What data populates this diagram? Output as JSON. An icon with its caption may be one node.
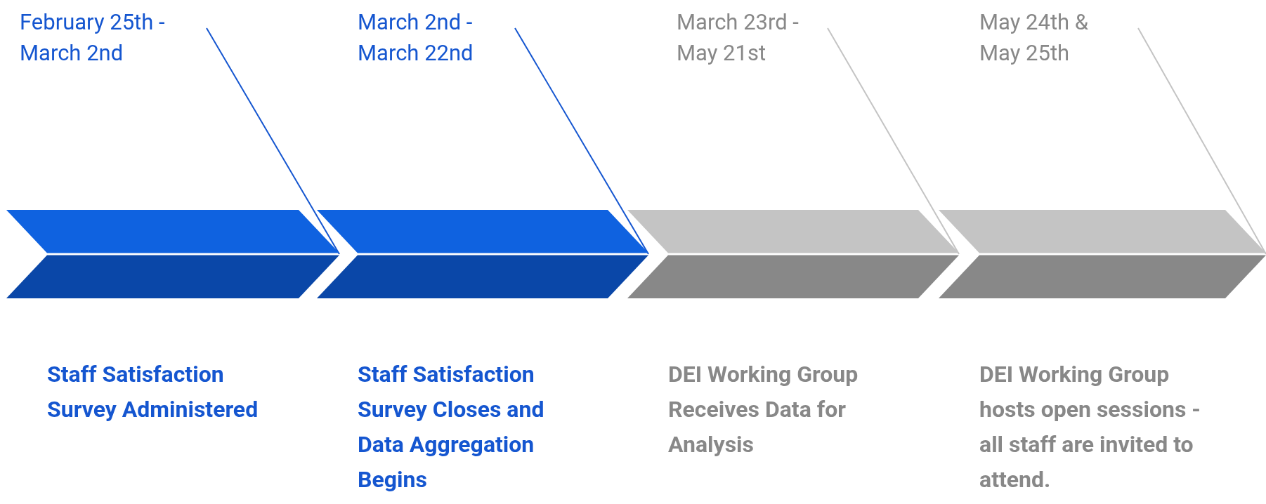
{
  "diagram": {
    "nodes": [
      {
        "text": [
          "February 25th - March 2nd"
        ]
      },
      {
        "text": [
          "March 2nd - March 22nd"
        ]
      },
      {
        "text": [
          "March 23rd - May 21st"
        ]
      },
      {
        "text": [
          "May 24th & May 25th"
        ]
      },
      {
        "text": [],
        "shape": "chevron",
        "beside": [
          "Staff Satisfaction Survey Administered"
        ]
      },
      {
        "text": [],
        "shape": "chevron",
        "beside": [
          "Staff Satisfaction Survey Closes and Data Aggregation Begins"
        ]
      },
      {
        "text": [],
        "shape": "chevron",
        "beside": [
          "DEI Working Group Receives Data for Analysis"
        ]
      },
      {
        "text": [],
        "shape": "chevron",
        "beside": [
          "DEI Working Group hosts open sessions - all staff are invited to attend."
        ]
      }
    ],
    "edges": [
      {
        "from": 0,
        "to": 4,
        "arrow": "none",
        "color": "#1556d0"
      },
      {
        "from": 1,
        "to": 5,
        "arrow": "none",
        "color": "#1556d0"
      },
      {
        "from": 2,
        "to": 6,
        "arrow": "none",
        "color": "#c4c4c4"
      },
      {
        "from": 3,
        "to": 7,
        "arrow": "none",
        "color": "#c4c4c4"
      }
    ]
  }
}
